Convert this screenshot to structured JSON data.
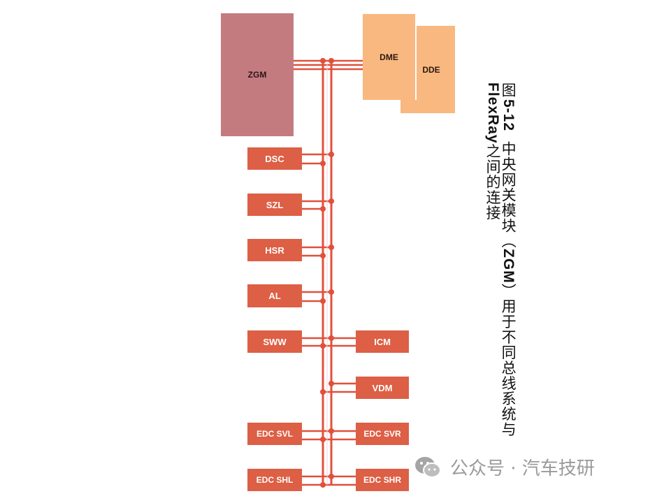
{
  "nodes": {
    "zgm": "ZGM",
    "dme": "DME",
    "dde": "DDE",
    "dsc": "DSC",
    "szl": "SZL",
    "hsr": "HSR",
    "al": "AL",
    "sww": "SWW",
    "icm": "ICM",
    "vdm": "VDM",
    "edc_svl": "EDC SVL",
    "edc_svr": "EDC SVR",
    "edc_shl": "EDC SHL",
    "edc_shr": "EDC SHR"
  },
  "caption": {
    "fig_label": "图",
    "fig_num": "5-12",
    "line1_a": "中央网关模块（",
    "line1_code": "ZGM",
    "line1_b": "）用于不同总线系统与",
    "line2_name": "FlexRay",
    "line2_b": "之间的连接"
  },
  "watermark": {
    "text": "公众号 · 汽车技研"
  },
  "colors": {
    "bus_red": "#e0503c",
    "ecu_fill": "#dd5f45",
    "zgm_fill": "#c47b80",
    "engine_fill": "#f9b880"
  }
}
